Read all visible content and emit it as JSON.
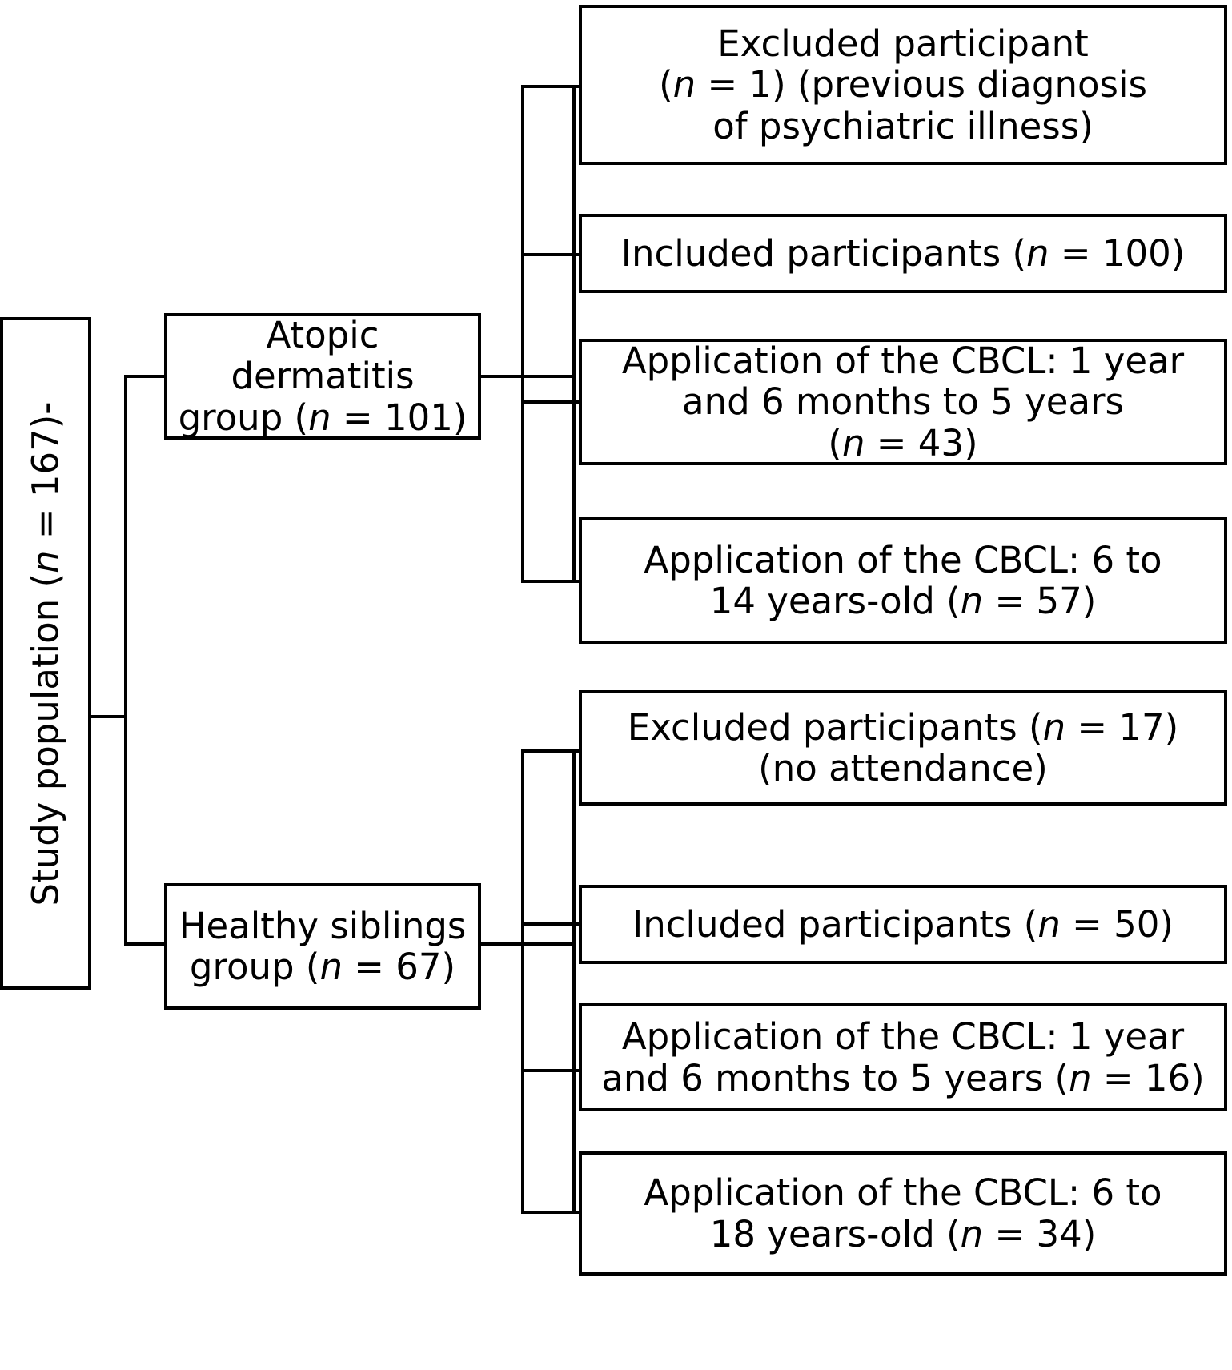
{
  "diagram": {
    "title": "Study population flow diagram",
    "type": "flowchart",
    "stroke_color": "#000000",
    "background_color": "#ffffff"
  },
  "root": {
    "label_prefix": "Study population (",
    "label_var": "n",
    "label_suffix": " = 167)-",
    "full_text": "Study population (n = 167)-",
    "orientation": "vertical-rotated-90ccw",
    "n": 167
  },
  "groups": [
    {
      "id": "atopic-dermatitis",
      "line1": "Atopic dermatitis",
      "line2_prefix": "group (",
      "line2_var": "n",
      "line2_suffix": " = 101)",
      "full_text": "Atopic dermatitis group (n = 101)",
      "n": 101
    },
    {
      "id": "healthy-siblings",
      "line1": "Healthy siblings",
      "line2_prefix": "group (",
      "line2_var": "n",
      "line2_suffix": " = 67)",
      "full_text": "Healthy siblings group (n = 67)",
      "n": 67
    }
  ],
  "ad_branch": {
    "excluded": {
      "line1": "Excluded participant",
      "line2_a": "(",
      "line2_var": "n",
      "line2_b": " = 1) (previous diagnosis",
      "line3": "of psychiatric illness)",
      "full_text": "Excluded participant (n = 1) (previous diagnosis of psychiatric illness)",
      "n": 1
    },
    "included": {
      "prefix": "Included participants (",
      "var": "n",
      "suffix": " = 100)",
      "full_text": "Included participants (n = 100)",
      "n": 100
    },
    "cbcl_young": {
      "line1": "Application of the CBCL: 1 year",
      "line2": "and 6 months to 5 years",
      "line3_a": "(",
      "line3_var": "n",
      "line3_b": " = 43)",
      "full_text": "Application of the CBCL: 1 year and 6 months to 5 years (n = 43)",
      "n": 43
    },
    "cbcl_older": {
      "line1": "Application of the CBCL: 6 to",
      "line2_a": "14 years-old (",
      "line2_var": "n",
      "line2_b": " = 57)",
      "full_text": "Application of the CBCL: 6 to 14 years-old (n = 57)",
      "n": 57
    }
  },
  "hs_branch": {
    "excluded": {
      "line1_a": "Excluded participants (",
      "line1_var": "n",
      "line1_b": " = 17)",
      "line2": "(no attendance)",
      "full_text": "Excluded participants (n = 17) (no attendance)",
      "n": 17
    },
    "included": {
      "prefix": "Included participants (",
      "var": "n",
      "suffix": " = 50)",
      "full_text": "Included participants (n = 50)",
      "n": 50
    },
    "cbcl_young": {
      "line1": "Application of the CBCL: 1 year",
      "line2_a": "and 6 months to 5 years (",
      "line2_var": "n",
      "line2_b": " = 16)",
      "full_text": "Application of the CBCL: 1 year and 6 months to 5 years (n = 16)",
      "n": 16
    },
    "cbcl_older": {
      "line1": "Application of the CBCL: 6 to",
      "line2_a": "18 years-old (",
      "line2_var": "n",
      "line2_b": " = 34)",
      "full_text": "Application of the CBCL: 6 to 18 years-old (n = 34)",
      "n": 34
    }
  }
}
